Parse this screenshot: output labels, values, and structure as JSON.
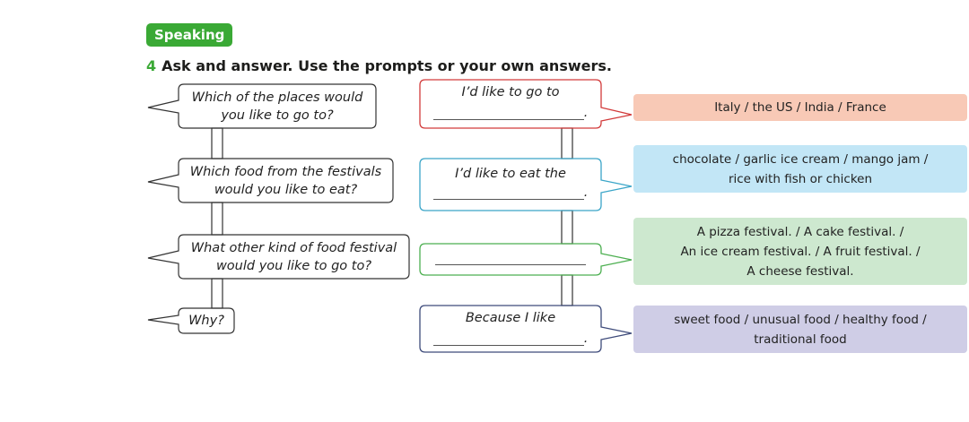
{
  "badge": "Speaking",
  "exercise": {
    "number": "4",
    "instruction": "Ask and answer. Use the prompts or your own answers."
  },
  "questions": [
    {
      "line1": "Which of the places would",
      "line2": "you like to go to?"
    },
    {
      "line1": "Which food from the festivals",
      "line2": "would you like to eat?"
    },
    {
      "line1": "What other kind of food festival",
      "line2": "would you like to go to?"
    },
    {
      "line1": "Why?"
    }
  ],
  "answers": [
    {
      "text": "I’d like to go to",
      "end": "."
    },
    {
      "text": "I’d like to eat the",
      "end": "."
    },
    {
      "text": "",
      "end": ""
    },
    {
      "text": "Because I like",
      "end": "."
    }
  ],
  "prompts": [
    {
      "line1": "Italy / the US / India / France",
      "color": "#f8c9b6"
    },
    {
      "line1": "chocolate / garlic ice cream / mango jam /",
      "line2": "rice with fish or chicken",
      "color": "#c2e6f6"
    },
    {
      "line1": "A pizza festival. / A cake festival. /",
      "line2": "An ice cream festival. / A fruit festival. /",
      "line3": "A cheese festival.",
      "color": "#cde8cf"
    },
    {
      "line1": "sweet food / unusual food / healthy food /",
      "line2": "traditional food",
      "color": "#cfcde6"
    }
  ],
  "colors": {
    "accent": "#3aa935",
    "answer_border_1": "#d23a3a",
    "answer_border_2": "#3aa5c8",
    "answer_border_3": "#4caf50",
    "answer_border_4": "#3d4a7a"
  }
}
